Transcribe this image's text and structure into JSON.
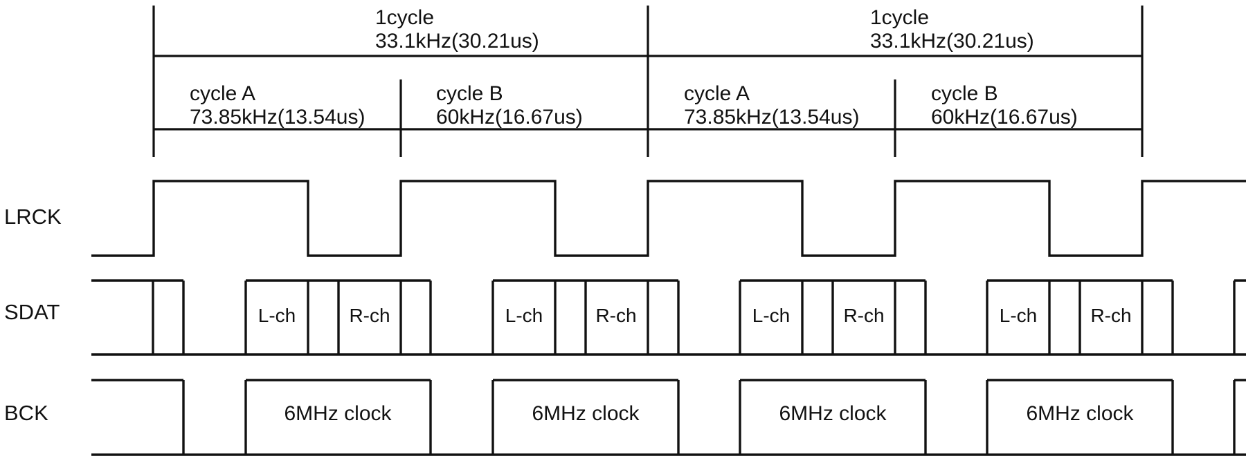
{
  "colors": {
    "background": "#ffffff",
    "line": "#111111",
    "text": "#111111"
  },
  "signals": [
    {
      "name": "LRCK"
    },
    {
      "name": "SDAT"
    },
    {
      "name": "BCK"
    }
  ],
  "top_cycle_brackets": [
    {
      "title": "1cycle",
      "detail": "33.1kHz(30.21us)"
    },
    {
      "title": "1cycle",
      "detail": "33.1kHz(30.21us)"
    }
  ],
  "sub_cycle_brackets": [
    {
      "title": "cycle A",
      "detail": "73.85kHz(13.54us)"
    },
    {
      "title": "cycle B",
      "detail": "60kHz(16.67us)"
    },
    {
      "title": "cycle A",
      "detail": "73.85kHz(13.54us)"
    },
    {
      "title": "cycle B",
      "detail": "60kHz(16.67us)"
    }
  ],
  "sdat_data_labels": [
    "L-ch",
    "R-ch",
    "L-ch",
    "R-ch",
    "L-ch",
    "R-ch",
    "L-ch",
    "R-ch"
  ],
  "bck_burst_labels": [
    "6MHz clock",
    "6MHz clock",
    "6MHz clock",
    "6MHz clock"
  ]
}
